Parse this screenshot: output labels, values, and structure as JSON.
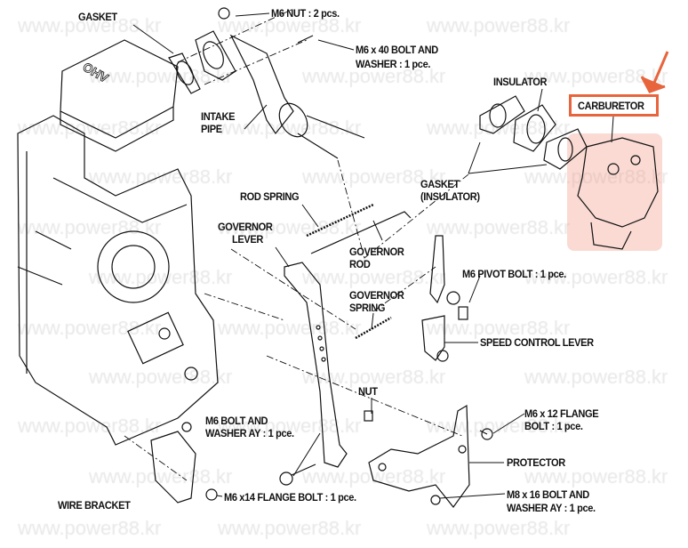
{
  "watermark": "www.power88.kr",
  "highlight_color": "#e8643c",
  "labels": {
    "gasket": "GASKET",
    "m6_nut": "M6 NUT : 2 pcs.",
    "m6x40_line1": "M6 x 40 BOLT AND",
    "m6x40_line2": "WASHER : 1 pce.",
    "insulator": "INSULATOR",
    "carburetor": "CARBURETOR",
    "intake_line1": "INTAKE",
    "intake_line2": "PIPE",
    "gasket_ins_line1": "GASKET",
    "gasket_ins_line2": "(INSULATOR)",
    "rod_spring": "ROD SPRING",
    "gov_lever_line1": "GOVERNOR",
    "gov_lever_line2": "LEVER",
    "gov_rod_line1": "GOVERNOR",
    "gov_rod_line2": "ROD",
    "pivot_bolt": "M6 PIVOT BOLT : 1 pce.",
    "gov_spring_line1": "GOVERNOR",
    "gov_spring_line2": "SPRING",
    "speed_lever": "SPEED CONTROL LEVER",
    "nut": "NUT",
    "m6x12_line1": "M6 x 12 FLANGE",
    "m6x12_line2": "BOLT : 1 pce.",
    "m6bolt_line1": "M6 BOLT AND",
    "m6bolt_line2": "WASHER AY : 1 pce.",
    "protector": "PROTECTOR",
    "m6x14": "M6 x14 FLANGE BOLT : 1 pce.",
    "m8x16_line1": "M8 x 16 BOLT AND",
    "m8x16_line2": "WASHER AY : 1 pce.",
    "wire_bracket": "WIRE BRACKET",
    "ohv": "OHV"
  }
}
